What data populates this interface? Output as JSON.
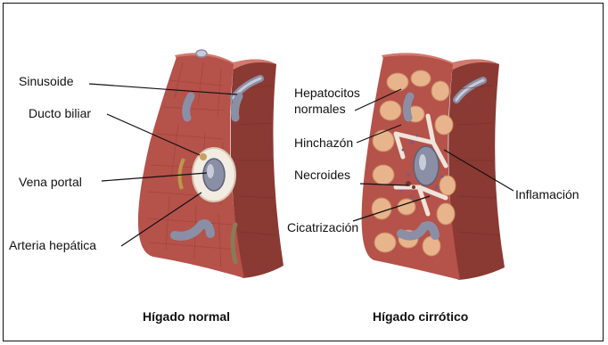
{
  "labels": {
    "sinusoide": "Sinusoide",
    "ducto_biliar": "Ducto biliar",
    "vena_portal": "Vena portal",
    "arteria_hepatica": "Arteria hepática",
    "hepatocitos_normales_line1": "Hepatocitos",
    "hepatocitos_normales_line2": "normales",
    "hinchazon": "Hinchazón",
    "necroides": "Necroides",
    "cicatrizacion": "Cicatrización",
    "inflamacion": "Inflamación"
  },
  "captions": {
    "normal_liver": "Hígado normal",
    "cirrhotic_liver": "Hígado cirrótico"
  },
  "colors": {
    "tissue_front": "#b5524a",
    "tissue_side": "#8a3a33",
    "tissue_top": "#d27a6e",
    "vessel": "#8a8fa6",
    "vessel_highlight": "#c8cbd8",
    "nodule": "#e8b48c",
    "scar": "#f2ece2"
  }
}
